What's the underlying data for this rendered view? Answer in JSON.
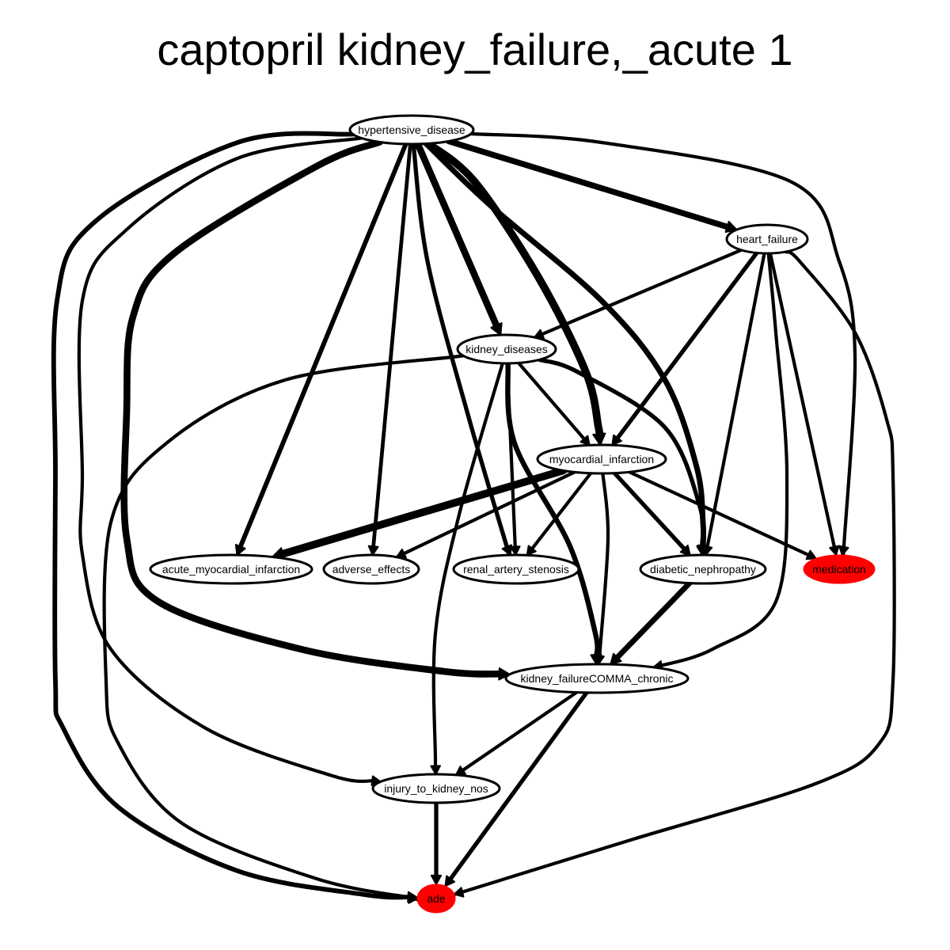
{
  "title": "captopril kidney_failure,_acute 1",
  "colors": {
    "highlight": "#ff0000",
    "node_fill": "#ffffff",
    "stroke": "#000000"
  },
  "nodes": [
    {
      "id": "hypertensive_disease",
      "label": "hypertensive_disease",
      "highlight": false
    },
    {
      "id": "heart_failure",
      "label": "heart_failure",
      "highlight": false
    },
    {
      "id": "kidney_diseases",
      "label": "kidney_diseases",
      "highlight": false
    },
    {
      "id": "myocardial_infarction",
      "label": "myocardial_infarction",
      "highlight": false
    },
    {
      "id": "acute_myocardial_infarction",
      "label": "acute_myocardial_infarction",
      "highlight": false
    },
    {
      "id": "adverse_effects",
      "label": "adverse_effects",
      "highlight": false
    },
    {
      "id": "renal_artery_stenosis",
      "label": "renal_artery_stenosis",
      "highlight": false
    },
    {
      "id": "diabetic_nephropathy",
      "label": "diabetic_nephropathy",
      "highlight": false
    },
    {
      "id": "medication",
      "label": "medication",
      "highlight": true
    },
    {
      "id": "kidney_failure_chronic",
      "label": "kidney_failureCOMMA_chronic",
      "highlight": false
    },
    {
      "id": "injury_to_kidney_nos",
      "label": "injury_to_kidney_nos",
      "highlight": false
    },
    {
      "id": "ade",
      "label": "ade",
      "highlight": true
    }
  ],
  "edges": [
    {
      "from": "hypertensive_disease",
      "to": "heart_failure",
      "weight": 10
    },
    {
      "from": "hypertensive_disease",
      "to": "kidney_diseases",
      "weight": 12
    },
    {
      "from": "hypertensive_disease",
      "to": "myocardial_infarction",
      "weight": 14
    },
    {
      "from": "hypertensive_disease",
      "to": "acute_myocardial_infarction",
      "weight": 7
    },
    {
      "from": "hypertensive_disease",
      "to": "adverse_effects",
      "weight": 5
    },
    {
      "from": "hypertensive_disease",
      "to": "renal_artery_stenosis",
      "weight": 6
    },
    {
      "from": "hypertensive_disease",
      "to": "diabetic_nephropathy",
      "weight": 9
    },
    {
      "from": "hypertensive_disease",
      "to": "medication",
      "weight": 4
    },
    {
      "from": "hypertensive_disease",
      "to": "kidney_failure_chronic",
      "weight": 12
    },
    {
      "from": "hypertensive_disease",
      "to": "injury_to_kidney_nos",
      "weight": 4
    },
    {
      "from": "hypertensive_disease",
      "to": "ade",
      "weight": 7
    },
    {
      "from": "heart_failure",
      "to": "kidney_diseases",
      "weight": 4
    },
    {
      "from": "heart_failure",
      "to": "myocardial_infarction",
      "weight": 6
    },
    {
      "from": "heart_failure",
      "to": "diabetic_nephropathy",
      "weight": 4
    },
    {
      "from": "heart_failure",
      "to": "medication",
      "weight": 4
    },
    {
      "from": "heart_failure",
      "to": "kidney_failure_chronic",
      "weight": 4
    },
    {
      "from": "heart_failure",
      "to": "ade",
      "weight": 4
    },
    {
      "from": "kidney_diseases",
      "to": "myocardial_infarction",
      "weight": 4
    },
    {
      "from": "kidney_diseases",
      "to": "renal_artery_stenosis",
      "weight": 4
    },
    {
      "from": "kidney_diseases",
      "to": "diabetic_nephropathy",
      "weight": 6
    },
    {
      "from": "kidney_diseases",
      "to": "kidney_failure_chronic",
      "weight": 8
    },
    {
      "from": "kidney_diseases",
      "to": "injury_to_kidney_nos",
      "weight": 4
    },
    {
      "from": "kidney_diseases",
      "to": "ade",
      "weight": 4
    },
    {
      "from": "myocardial_infarction",
      "to": "acute_myocardial_infarction",
      "weight": 14
    },
    {
      "from": "myocardial_infarction",
      "to": "adverse_effects",
      "weight": 4
    },
    {
      "from": "myocardial_infarction",
      "to": "renal_artery_stenosis",
      "weight": 4
    },
    {
      "from": "myocardial_infarction",
      "to": "diabetic_nephropathy",
      "weight": 6
    },
    {
      "from": "myocardial_infarction",
      "to": "medication",
      "weight": 4
    },
    {
      "from": "myocardial_infarction",
      "to": "kidney_failure_chronic",
      "weight": 4
    },
    {
      "from": "diabetic_nephropathy",
      "to": "kidney_failure_chronic",
      "weight": 9
    },
    {
      "from": "kidney_failure_chronic",
      "to": "injury_to_kidney_nos",
      "weight": 4
    },
    {
      "from": "kidney_failure_chronic",
      "to": "ade",
      "weight": 6
    },
    {
      "from": "injury_to_kidney_nos",
      "to": "ade",
      "weight": 6
    }
  ]
}
